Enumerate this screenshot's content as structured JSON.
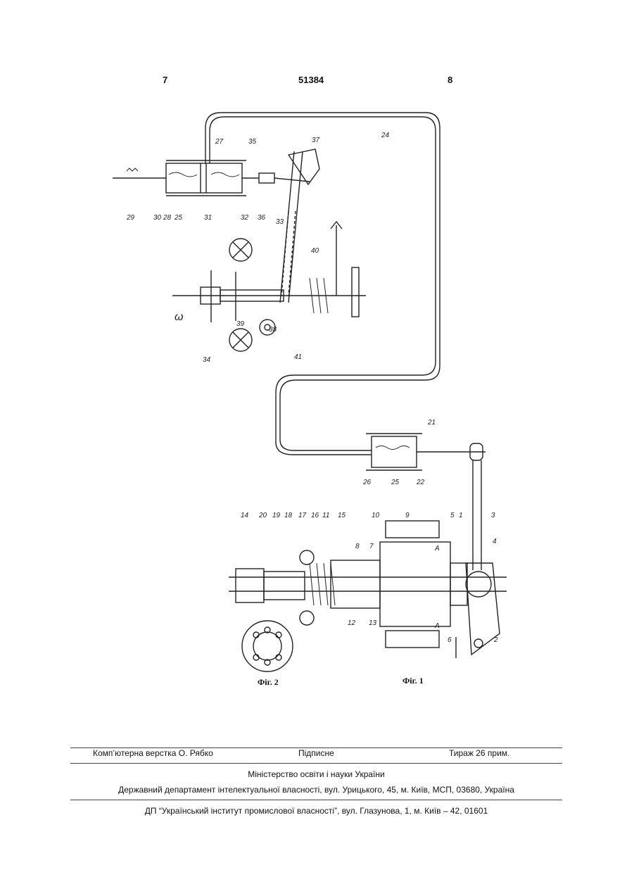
{
  "header": {
    "left_page": "7",
    "patent_number": "51384",
    "right_page": "8"
  },
  "figures": {
    "fig1_caption": "Фіг. 1",
    "fig2_caption": "Фіг. 2",
    "upper_callouts": [
      "24",
      "27",
      "35",
      "37",
      "29",
      "30",
      "28",
      "25",
      "31",
      "32",
      "36",
      "33",
      "40",
      "34",
      "39",
      "38",
      "41"
    ],
    "middle_callouts": [
      "21",
      "26",
      "25",
      "22"
    ],
    "lower_callouts": [
      "14",
      "20",
      "19",
      "18",
      "17",
      "16",
      "11",
      "15",
      "10",
      "9",
      "5",
      "1",
      "3",
      "4",
      "8",
      "7",
      "A",
      "A",
      "12",
      "13",
      "6",
      "2"
    ],
    "symbol_omega": "ω"
  },
  "footer": {
    "layout": "Комп’ютерна верстка О. Рябко",
    "signed": "Підписне",
    "circulation": "Тираж 26 прим.",
    "ministry": "Міністерство освіти і науки України",
    "department": "Державний департамент інтелектуальної власності, вул. Урицького, 45, м. Київ, МСП, 03680, Україна",
    "institute": "ДП “Український інститут промислової власності”, вул. Глазунова, 1, м. Київ – 42, 01601"
  }
}
